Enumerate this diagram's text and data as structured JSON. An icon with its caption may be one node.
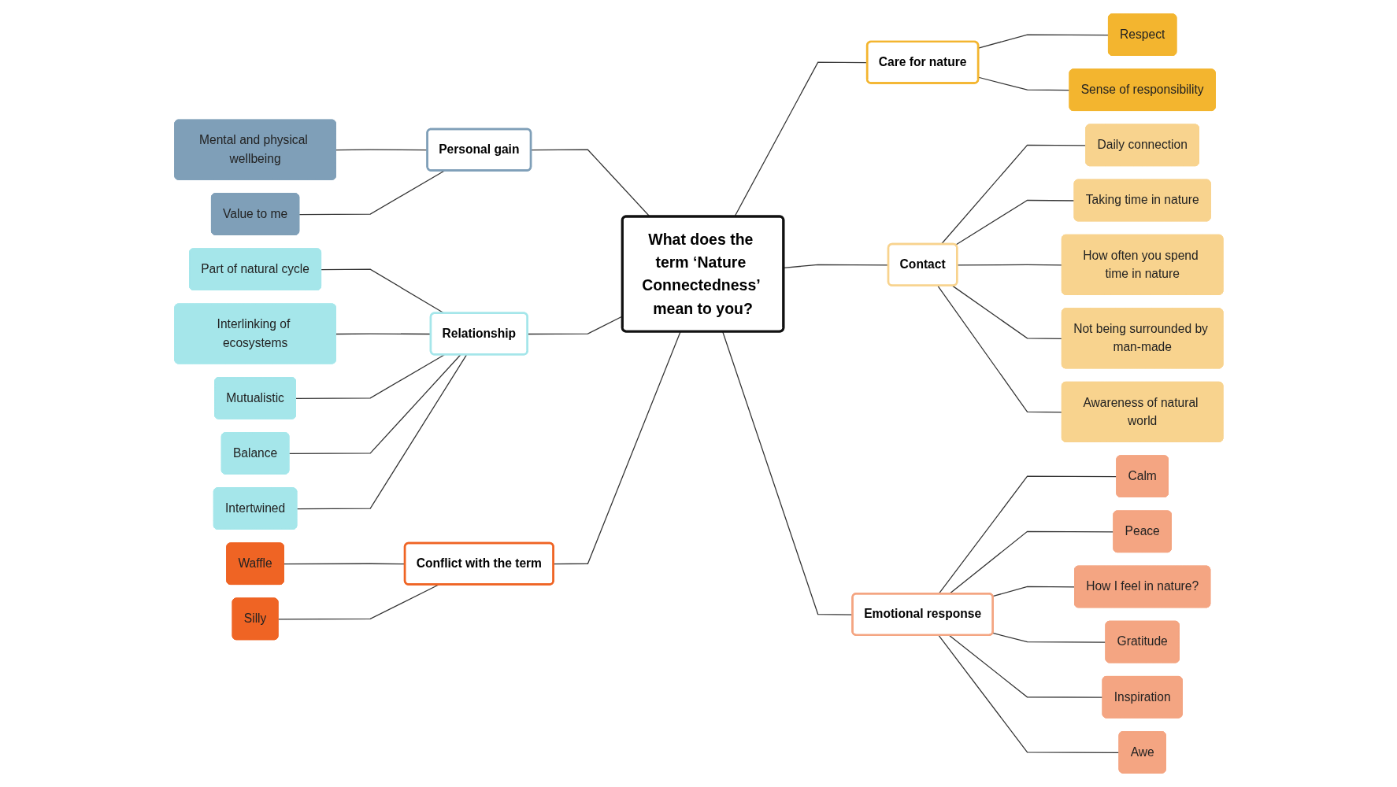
{
  "diagram": {
    "nodes": [
      {
        "text": [
          "What does the term ‘Nature Connectedness’ mean to you?"
        ]
      },
      {
        "text": [
          "Personal gain"
        ]
      },
      {
        "text": [
          "Mental and physical wellbeing"
        ]
      },
      {
        "text": [
          "Value to me"
        ]
      },
      {
        "text": [
          "Relationship"
        ]
      },
      {
        "text": [
          "Part of natural cycle"
        ]
      },
      {
        "text": [
          "Interlinking of ecosystems"
        ]
      },
      {
        "text": [
          "Mutualistic"
        ]
      },
      {
        "text": [
          "Balance"
        ]
      },
      {
        "text": [
          "Intertwined"
        ]
      },
      {
        "text": [
          "Conflict with the term"
        ]
      },
      {
        "text": [
          "Waffle"
        ]
      },
      {
        "text": [
          "Silly"
        ]
      },
      {
        "text": [
          "Care for nature"
        ]
      },
      {
        "text": [
          "Respect"
        ]
      },
      {
        "text": [
          "Sense of responsibility"
        ]
      },
      {
        "text": [
          "Contact"
        ]
      },
      {
        "text": [
          "Daily connection"
        ]
      },
      {
        "text": [
          "Taking time in nature"
        ]
      },
      {
        "text": [
          "How often you spend time in nature"
        ]
      },
      {
        "text": [
          "Not being surrounded by man-made"
        ]
      },
      {
        "text": [
          "Awareness of natural world"
        ]
      },
      {
        "text": [
          "Emotional response"
        ]
      },
      {
        "text": [
          "Calm"
        ]
      },
      {
        "text": [
          "Peace"
        ]
      },
      {
        "text": [
          "How I feel in nature?"
        ]
      },
      {
        "text": [
          "Gratitude"
        ]
      },
      {
        "text": [
          "Inspiration"
        ]
      },
      {
        "text": [
          "Awe"
        ]
      }
    ],
    "edges": [
      {
        "from": 1,
        "to": 0,
        "arrow": "none"
      },
      {
        "from": 2,
        "to": 1,
        "arrow": "none"
      },
      {
        "from": 3,
        "to": 1,
        "arrow": "none"
      },
      {
        "from": 4,
        "to": 0,
        "arrow": "none"
      },
      {
        "from": 5,
        "to": 4,
        "arrow": "none"
      },
      {
        "from": 6,
        "to": 4,
        "arrow": "none"
      },
      {
        "from": 7,
        "to": 4,
        "arrow": "none"
      },
      {
        "from": 8,
        "to": 4,
        "arrow": "none"
      },
      {
        "from": 9,
        "to": 4,
        "arrow": "none"
      },
      {
        "from": 10,
        "to": 0,
        "arrow": "none"
      },
      {
        "from": 11,
        "to": 10,
        "arrow": "none"
      },
      {
        "from": 12,
        "to": 10,
        "arrow": "none"
      },
      {
        "from": 0,
        "to": 13,
        "arrow": "none"
      },
      {
        "from": 13,
        "to": 14,
        "arrow": "none"
      },
      {
        "from": 13,
        "to": 15,
        "arrow": "none"
      },
      {
        "from": 0,
        "to": 16,
        "arrow": "none"
      },
      {
        "from": 16,
        "to": 17,
        "arrow": "none"
      },
      {
        "from": 16,
        "to": 18,
        "arrow": "none"
      },
      {
        "from": 16,
        "to": 19,
        "arrow": "none"
      },
      {
        "from": 16,
        "to": 20,
        "arrow": "none"
      },
      {
        "from": 16,
        "to": 21,
        "arrow": "none"
      },
      {
        "from": 0,
        "to": 22,
        "arrow": "none"
      },
      {
        "from": 22,
        "to": 23,
        "arrow": "none"
      },
      {
        "from": 22,
        "to": 24,
        "arrow": "none"
      },
      {
        "from": 22,
        "to": 25,
        "arrow": "none"
      },
      {
        "from": 22,
        "to": 26,
        "arrow": "none"
      },
      {
        "from": 22,
        "to": 27,
        "arrow": "none"
      },
      {
        "from": 22,
        "to": 28,
        "arrow": "none"
      }
    ]
  }
}
